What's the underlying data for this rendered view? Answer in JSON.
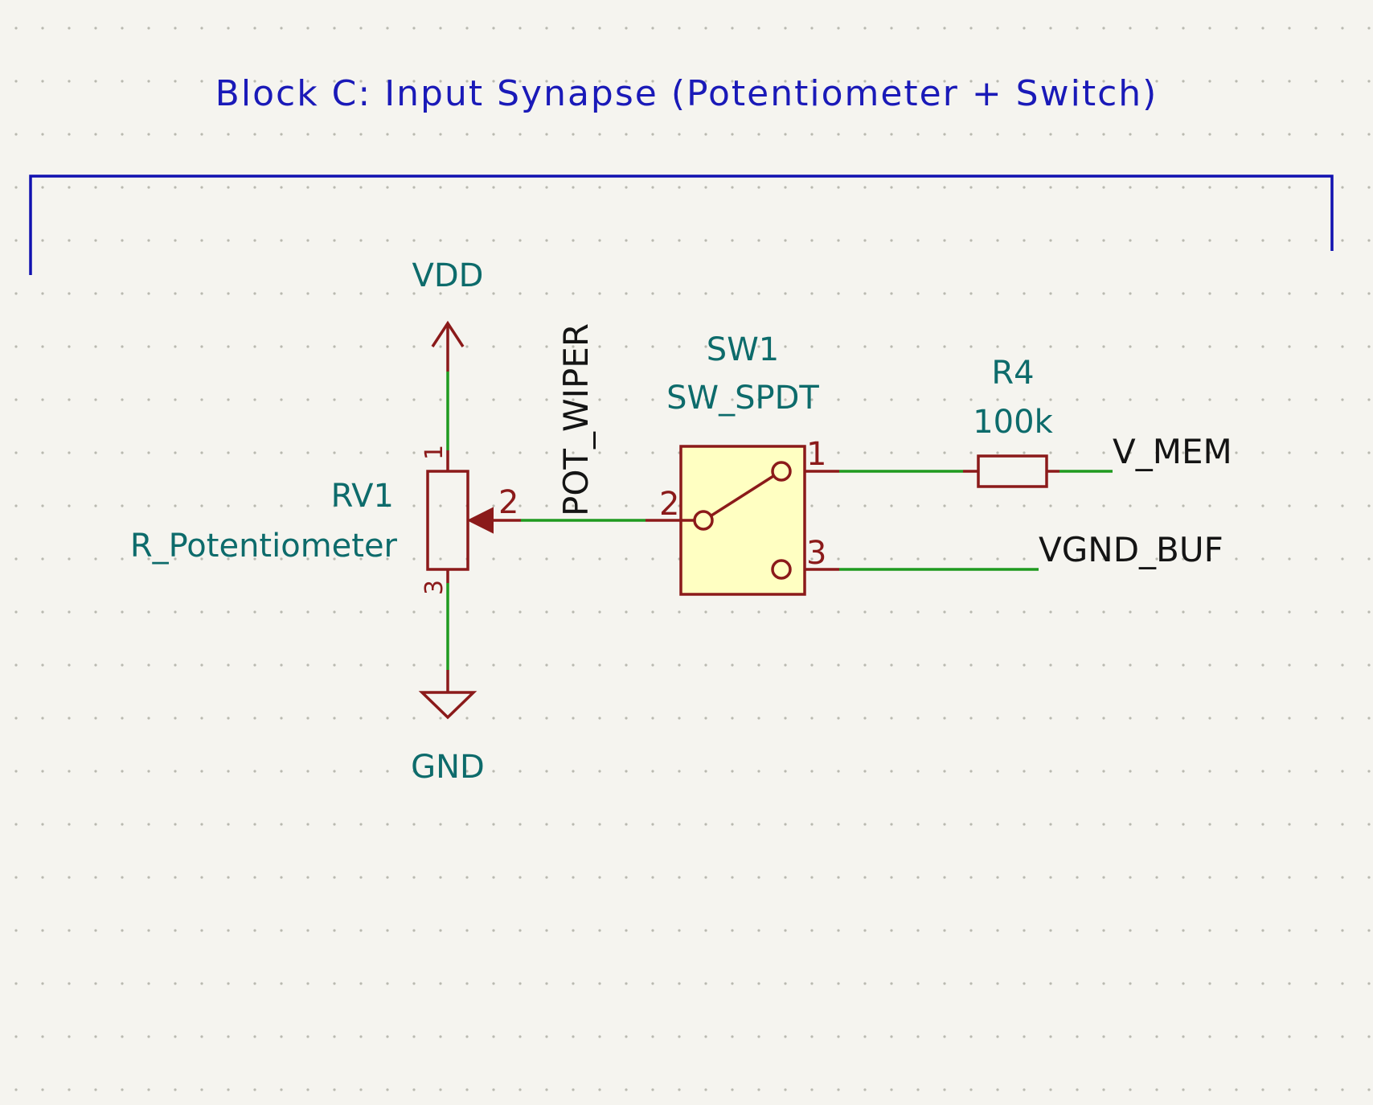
{
  "sheet": {
    "title": "Block C: Input Synapse (Potentiometer + Switch)"
  },
  "power": {
    "vdd": "VDD",
    "gnd": "GND"
  },
  "rv1": {
    "ref": "RV1",
    "value": "R_Potentiometer",
    "pin1": "1",
    "pin2": "2",
    "pin3": "3"
  },
  "sw1": {
    "ref": "SW1",
    "value": "SW_SPDT",
    "pin1": "1",
    "pin2": "2",
    "pin3": "3"
  },
  "r4": {
    "ref": "R4",
    "value": "100k"
  },
  "nets": {
    "pot_wiper": "POT_WIPER",
    "v_mem": "V_MEM",
    "vgnd_buf": "VGND_BUF"
  },
  "colors": {
    "background": "#f5f4ef",
    "grid_dot": "#b9b9b0",
    "wire": "#1f9a1f",
    "symbol": "#8b1a1a",
    "symbol_fill": "#ffffc2",
    "label_teal": "#0d6b6b",
    "border": "#1111b0"
  }
}
